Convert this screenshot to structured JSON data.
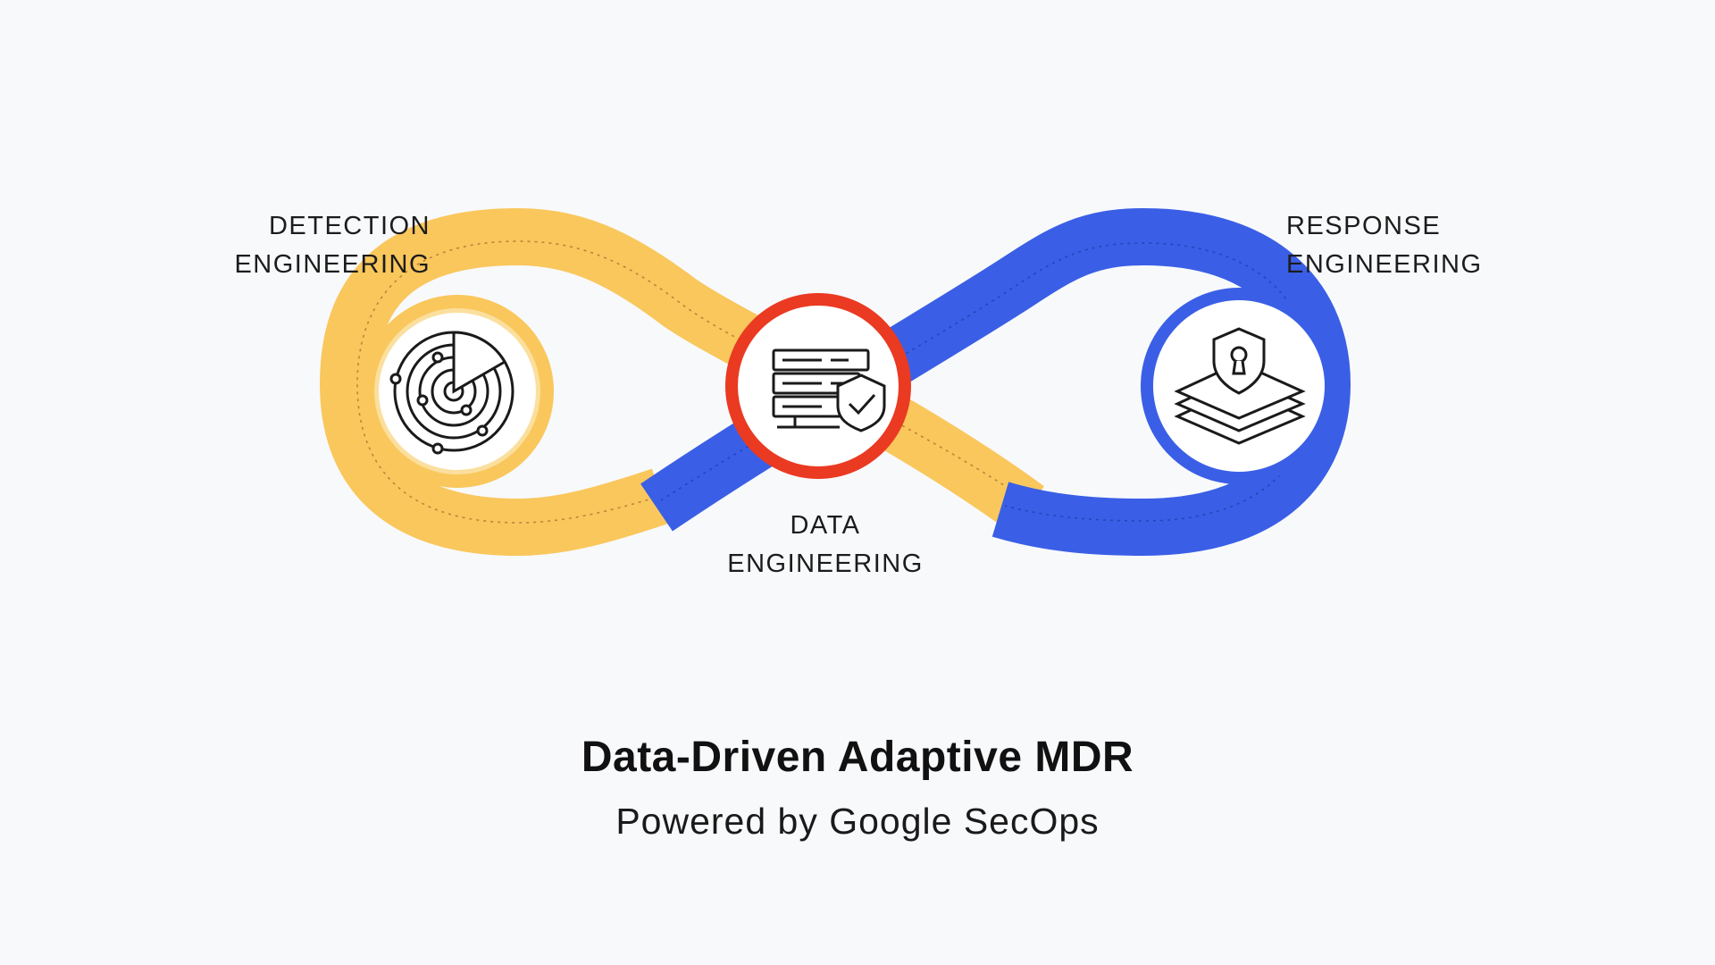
{
  "diagram": {
    "nodes": [
      {
        "id": "detection",
        "lines": [
          "DETECTION",
          "ENGINEERING"
        ],
        "icon": "radar-icon",
        "ring_color": "#f9c75c"
      },
      {
        "id": "data",
        "lines": [
          "DATA",
          "ENGINEERING"
        ],
        "icon": "server-shield-icon",
        "ring_color": "#ea3a22"
      },
      {
        "id": "response",
        "lines": [
          "RESPONSE",
          "ENGINEERING"
        ],
        "icon": "shield-layers-icon",
        "ring_color": "#3a5fe6"
      }
    ],
    "colors": {
      "yellow": "#f9c75c",
      "blue": "#3a5fe6",
      "red": "#ea3a22"
    }
  },
  "title": "Data-Driven Adaptive MDR",
  "subtitle": "Powered by Google SecOps"
}
